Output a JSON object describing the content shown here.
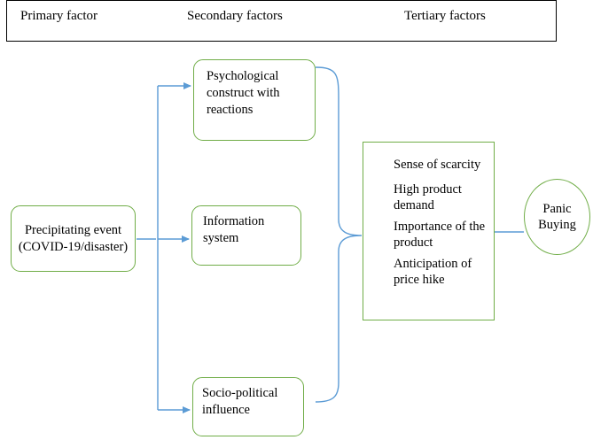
{
  "header": {
    "primary_label": "Primary factor",
    "secondary_label": "Secondary factors",
    "tertiary_label": "Tertiary factors"
  },
  "nodes": {
    "precipitating_event": "Precipitating event (COVID-19/disaster)",
    "psychological": "Psychological construct with reactions",
    "information_system": "Information system",
    "socio_political": "Socio-political influence",
    "tertiary_items": [
      "Sense of scarcity",
      "High product demand",
      "Importance of the product",
      "Anticipation of price hike"
    ],
    "panic_buying": "Panic Buying"
  },
  "colors": {
    "node_border": "#70ad47",
    "arrow": "#5b9bd5"
  }
}
